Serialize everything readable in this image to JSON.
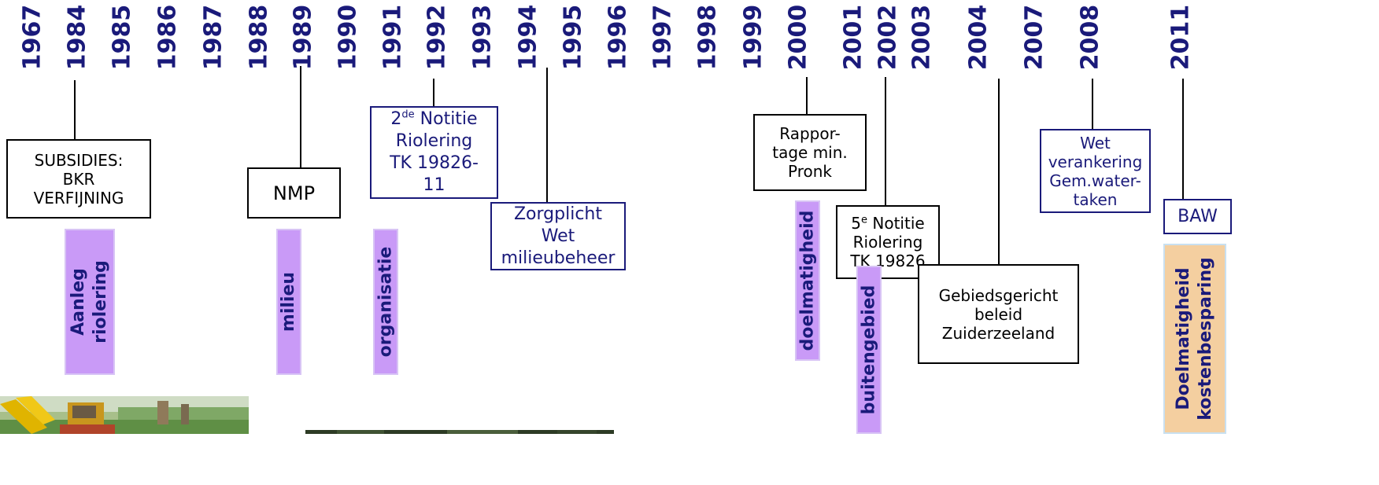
{
  "timeline": {
    "years": [
      "1967",
      "1984",
      "1985",
      "1986",
      "1987",
      "1988",
      "1989",
      "1990",
      "1991",
      "1992",
      "1993",
      "1994",
      "1995",
      "1996",
      "1997",
      "1998",
      "1999",
      "2000",
      "2001",
      "2002",
      "2003",
      "2004",
      "2007",
      "2008",
      "2011"
    ]
  },
  "events": {
    "subsidies": {
      "lines": [
        "SUBSIDIES:",
        "BKR",
        "VERFIJNING"
      ]
    },
    "nmp": {
      "lines": [
        "NMP"
      ]
    },
    "notitie2": {
      "sup": "de",
      "lines": [
        "2",
        " Notitie",
        "Riolering",
        "TK 19826-",
        "11"
      ]
    },
    "zorgplicht": {
      "lines": [
        "Zorgplicht",
        "Wet",
        "milieubeheer"
      ]
    },
    "rapportage": {
      "lines": [
        "Rappor-",
        "tage min.",
        "Pronk"
      ]
    },
    "notitie5": {
      "sup": "e",
      "lines": [
        "5",
        " Notitie",
        "Riolering",
        "TK 19826"
      ]
    },
    "gebiedsgericht": {
      "lines": [
        "Gebiedsgericht",
        "beleid",
        "Zuiderzeeland"
      ]
    },
    "wet_verankering": {
      "lines": [
        "Wet",
        "verankering",
        "Gem.water-",
        "taken"
      ]
    },
    "baw": {
      "lines": [
        "BAW"
      ]
    }
  },
  "themes": {
    "aanleg": {
      "lines": [
        "Aanleg",
        "riolering"
      ]
    },
    "milieu": {
      "lines": [
        "milieu"
      ]
    },
    "organisatie": {
      "lines": [
        "organisatie"
      ]
    },
    "doelmatigheid": {
      "lines": [
        "doelmatigheid"
      ]
    },
    "buitengebied": {
      "lines": [
        "buitengebied"
      ]
    },
    "doelmatigheid_kosten": {
      "lines": [
        "Doelmatigheid",
        "kostenbesparing"
      ]
    }
  },
  "colors": {
    "year_text": "#1a1a7a",
    "theme_purple": "#c99af7",
    "theme_peach": "#f4cfa0"
  }
}
